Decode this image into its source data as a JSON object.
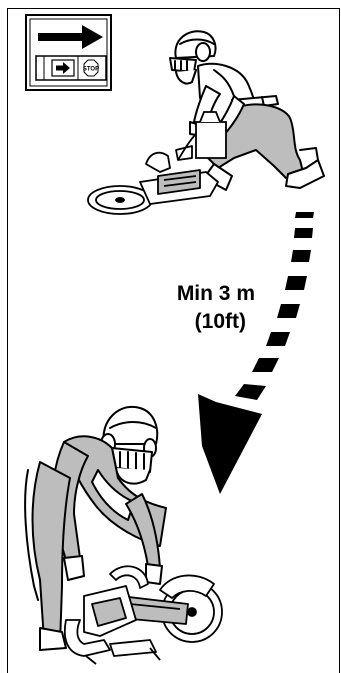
{
  "distance": {
    "line1": "Min 3 m",
    "line2": "(10ft)"
  },
  "sign": {
    "stop_text": "STOP",
    "icon": "arrow-right-icon"
  },
  "colors": {
    "ink": "#000000",
    "fill_gray": "#bdbdbd",
    "paper": "#ffffff"
  }
}
